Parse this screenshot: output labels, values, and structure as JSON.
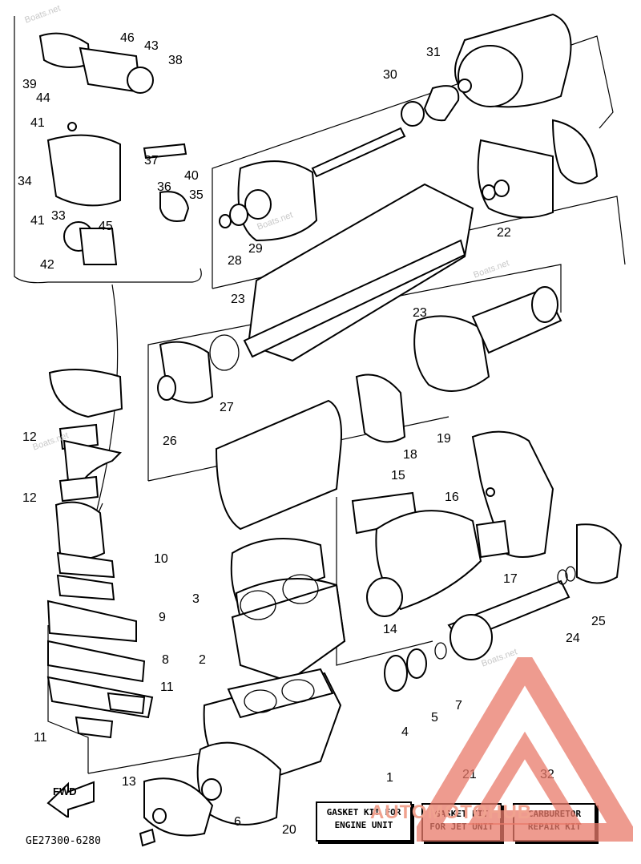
{
  "diagram": {
    "reference_code": "GE27300-6280",
    "fwd_label": "FWD",
    "watermark": "Boats.net",
    "brand": {
      "text_a": "AUTOMOTO",
      "text_b": "HUB",
      "color": "#e05a5a"
    },
    "callouts": [
      "1",
      "2",
      "3",
      "4",
      "5",
      "6",
      "7",
      "8",
      "9",
      "10",
      "11",
      "12",
      "13",
      "14",
      "15",
      "16",
      "17",
      "18",
      "19",
      "20",
      "21",
      "22",
      "23",
      "24",
      "25",
      "26",
      "27",
      "28",
      "29",
      "30",
      "31",
      "32",
      "33",
      "34",
      "35",
      "36",
      "37",
      "38",
      "39",
      "40",
      "41",
      "42",
      "43",
      "44",
      "45",
      "46"
    ],
    "kits": [
      {
        "number": "1",
        "line1": "GASKET KIT FOR",
        "line2": "ENGINE UNIT"
      },
      {
        "number": "21",
        "line1": "GASKET KIT",
        "line2": "FOR JET UNIT"
      },
      {
        "number": "32",
        "line1": "CARBURETOR",
        "line2": "REPAIR KIT"
      }
    ]
  }
}
